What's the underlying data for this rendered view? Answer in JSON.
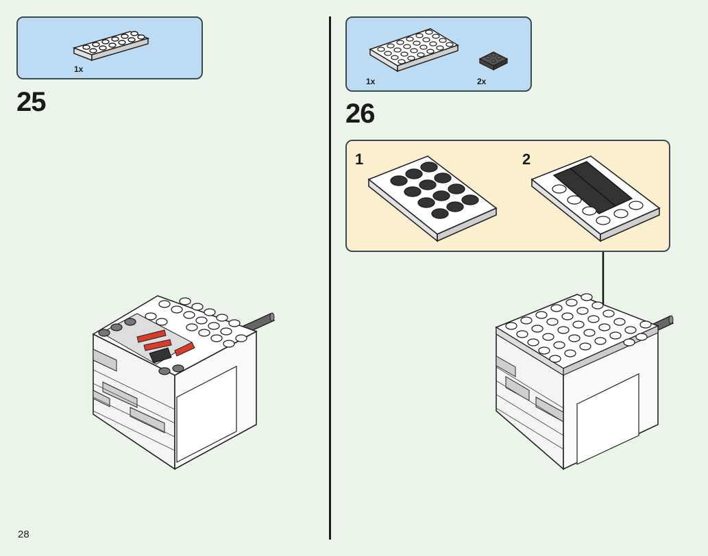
{
  "page": {
    "number": "28"
  },
  "steps": [
    {
      "number": "25",
      "parts": [
        {
          "qty": "1x",
          "part": "white-plate-2x6-icon"
        }
      ]
    },
    {
      "number": "26",
      "parts": [
        {
          "qty": "1x",
          "part": "white-plate-4x6-icon"
        },
        {
          "qty": "2x",
          "part": "dark-gray-tile-2x2-icon"
        }
      ],
      "substeps": [
        {
          "number": "1"
        },
        {
          "number": "2"
        }
      ]
    }
  ],
  "colors": {
    "background": "#ebf5ea",
    "callout": "#bddbf3",
    "substep": "#fbefd0",
    "brick_white": "#ffffff",
    "brick_gray": "#b8b8b8",
    "tile_dark": "#333333",
    "accent_red": "#d83c2c"
  }
}
